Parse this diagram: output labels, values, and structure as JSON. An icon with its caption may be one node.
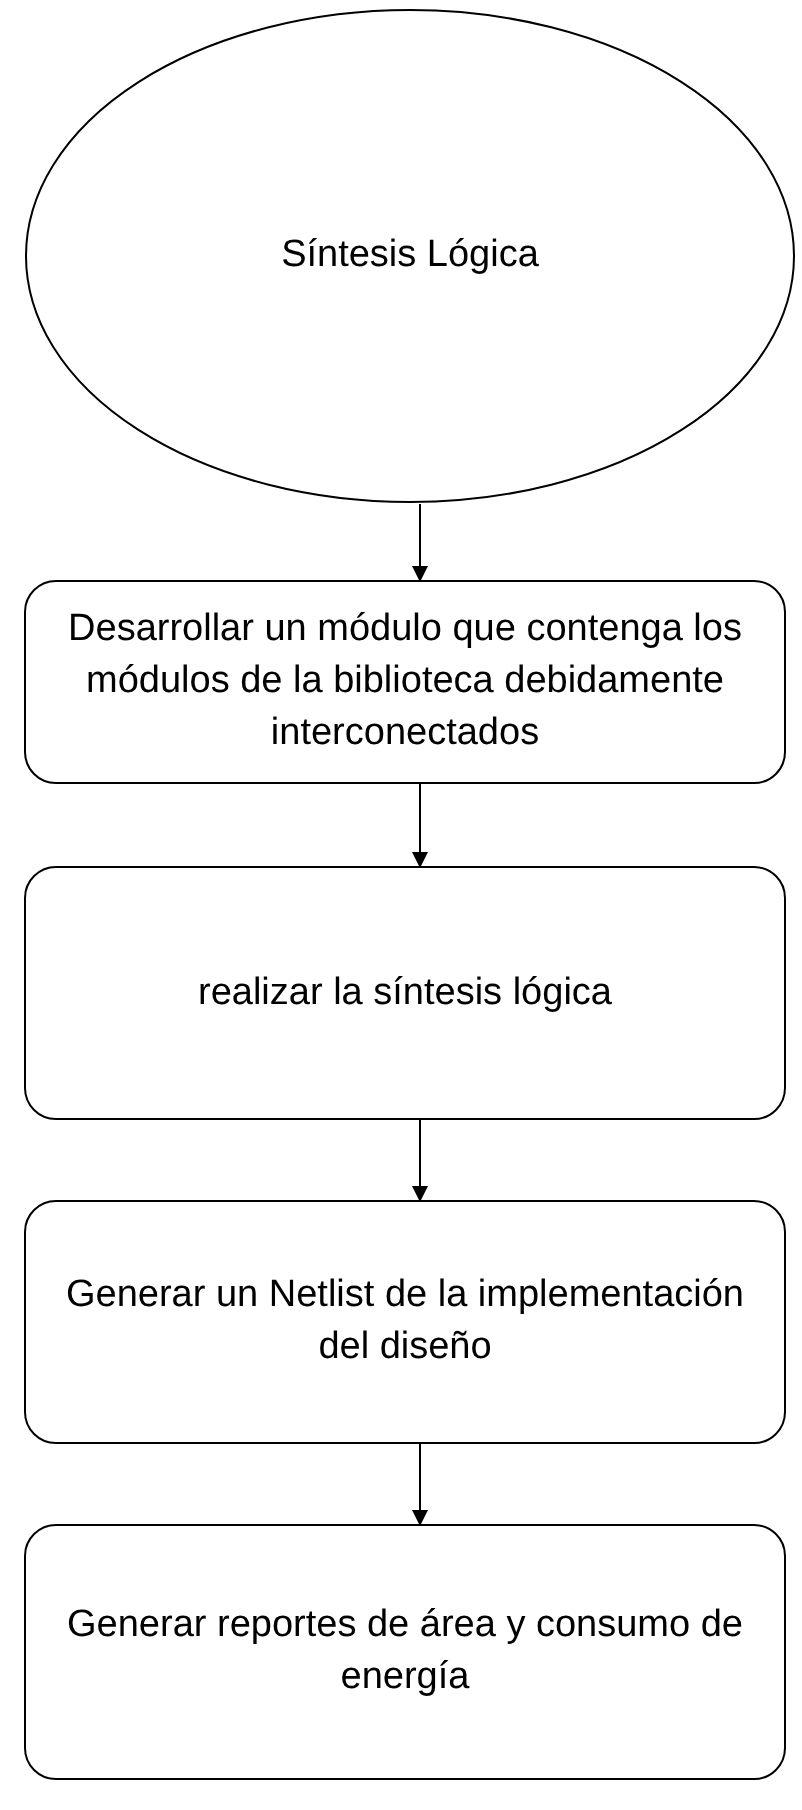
{
  "diagram": {
    "nodes": [
      {
        "text": [
          "Síntesis Lógica"
        ]
      },
      {
        "text": [
          "Desarrollar un módulo que contenga los módulos de la biblioteca debidamente interconectados"
        ]
      },
      {
        "text": [
          "realizar la síntesis lógica"
        ]
      },
      {
        "text": [
          "Generar un Netlist de la implementación del diseño"
        ]
      },
      {
        "text": [
          "Generar reportes de área y consumo de energía"
        ]
      }
    ],
    "edges": [
      {
        "from": 0,
        "to": 1,
        "arrow": "to"
      },
      {
        "from": 1,
        "to": 2,
        "arrow": "to"
      },
      {
        "from": 2,
        "to": 3,
        "arrow": "to"
      },
      {
        "from": 3,
        "to": 4,
        "arrow": "to"
      }
    ]
  }
}
